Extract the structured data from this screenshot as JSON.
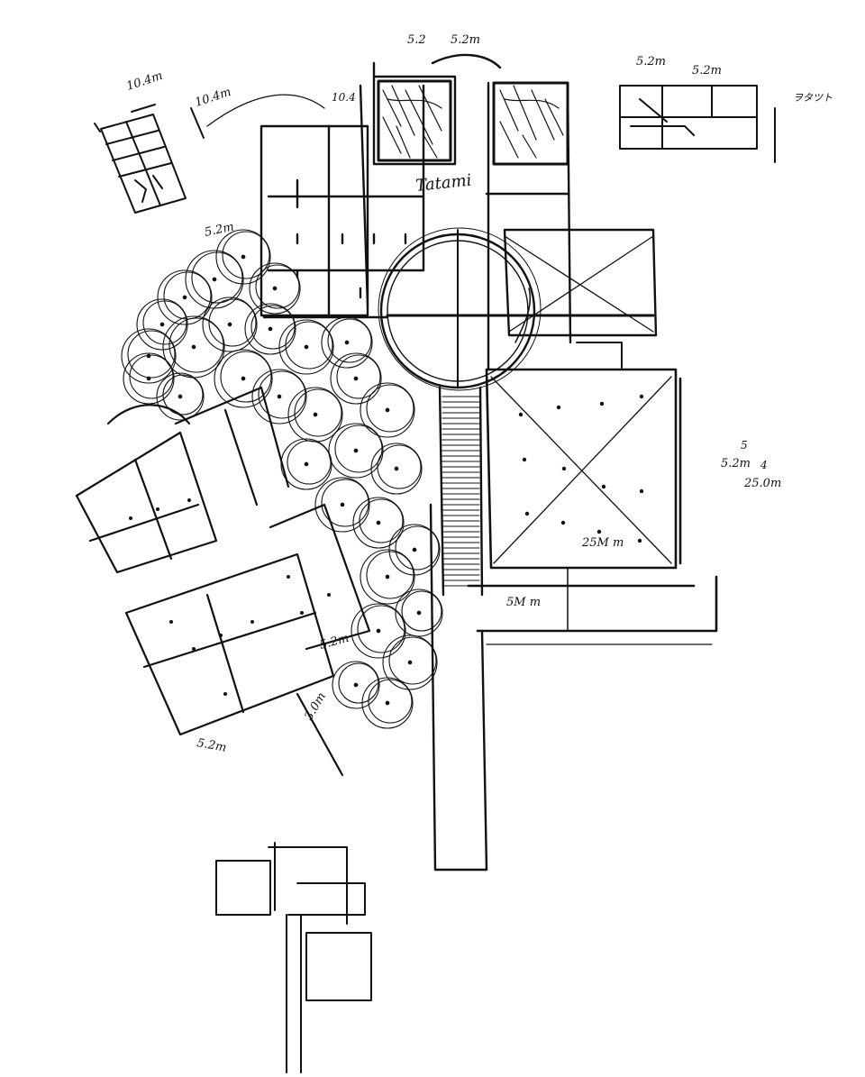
{
  "sheet": {
    "ink_color": "#111111",
    "paper_color": "#ffffff"
  },
  "annotations": {
    "topleft_dim_a": "10.4m",
    "topleft_dim_b": "10.4m",
    "top_dim_a": "5.2",
    "top_dim_b": "5.2m",
    "top_dim_c": "10.4",
    "topright_dim_a": "5.2m",
    "topright_dim_b": "5.2m",
    "topright_note": "ヲタツト",
    "tatami_label": "Tatami",
    "grove_dim": "5.2m",
    "right_dim_a": "5",
    "right_dim_b": "5.2m",
    "right_dim_c": "25.0m",
    "right_dim_d": "4",
    "square_dim": "25M m",
    "bridge_dim": "5M m",
    "left_block_dim": "5.2m",
    "left_block_dim_b": "3.0m",
    "bottom_left_dim": "5.2m"
  }
}
